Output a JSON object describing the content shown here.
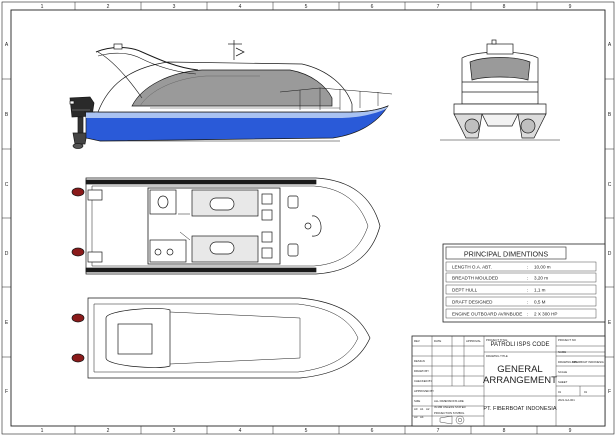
{
  "grid": {
    "columns": [
      "1",
      "2",
      "3",
      "4",
      "5",
      "6",
      "7",
      "8",
      "9"
    ],
    "rows": [
      "A",
      "B",
      "C",
      "D",
      "E",
      "F"
    ]
  },
  "principal": {
    "title": "PRINCIPAL DIMENTIONS",
    "rows": [
      {
        "label": "LENGTH O.A. ABT.",
        "value": "10,00 m"
      },
      {
        "label": "BREADTH MOULDED",
        "value": "3,20 m"
      },
      {
        "label": "DEPT HULL",
        "value": "1,1 m"
      },
      {
        "label": "DRAFT DESIGNED",
        "value": "0,5 M"
      },
      {
        "label": "ENGINE OUTBOARD AV/INBUDE",
        "value": "2 X 300 HP"
      }
    ]
  },
  "title_block": {
    "project": "PATROLI ISPS CODE",
    "drawing_title_1": "GENERAL",
    "drawing_title_2": "ARRANGEMENT",
    "company": "PT. FIBERBOAT INDONESIA",
    "small": {
      "rev": "REV",
      "date": "DATE",
      "approval": "APPROVAL",
      "drawn": "DRAWN BY",
      "checked": "CHECKED BY",
      "approved": "APPROVED BY",
      "design": "DESIGN",
      "project_no": "PROJECT NO",
      "name": "NAME",
      "drawing_no": "DRAWING NO",
      "scale": "SCALE",
      "sheet": "SHEET",
      "drawing_title_lbl": "DRAWING TITLE",
      "project_title_lbl": "PROJECT TITLE",
      "proj_symbol": "PROJECTION SYMBOL",
      "size": "SIZE",
      "sizes": [
        "A0",
        "A1",
        "A2",
        "A3",
        "A4"
      ],
      "note1": "ALL DIMENSIONS ARE",
      "note2": "IN MM UNLESS STATED",
      "code": "FIBERBOAT INDONESIA",
      "code_no": "2021-GA-001",
      "sheet_val": "01",
      "sheet_of": "01"
    }
  },
  "colors": {
    "hull": "#2a5ad8",
    "hull_light": "#a9c2f2",
    "window": "#9a9a9a",
    "line": "#1a1a1a",
    "fender": "#8a1a1a"
  }
}
